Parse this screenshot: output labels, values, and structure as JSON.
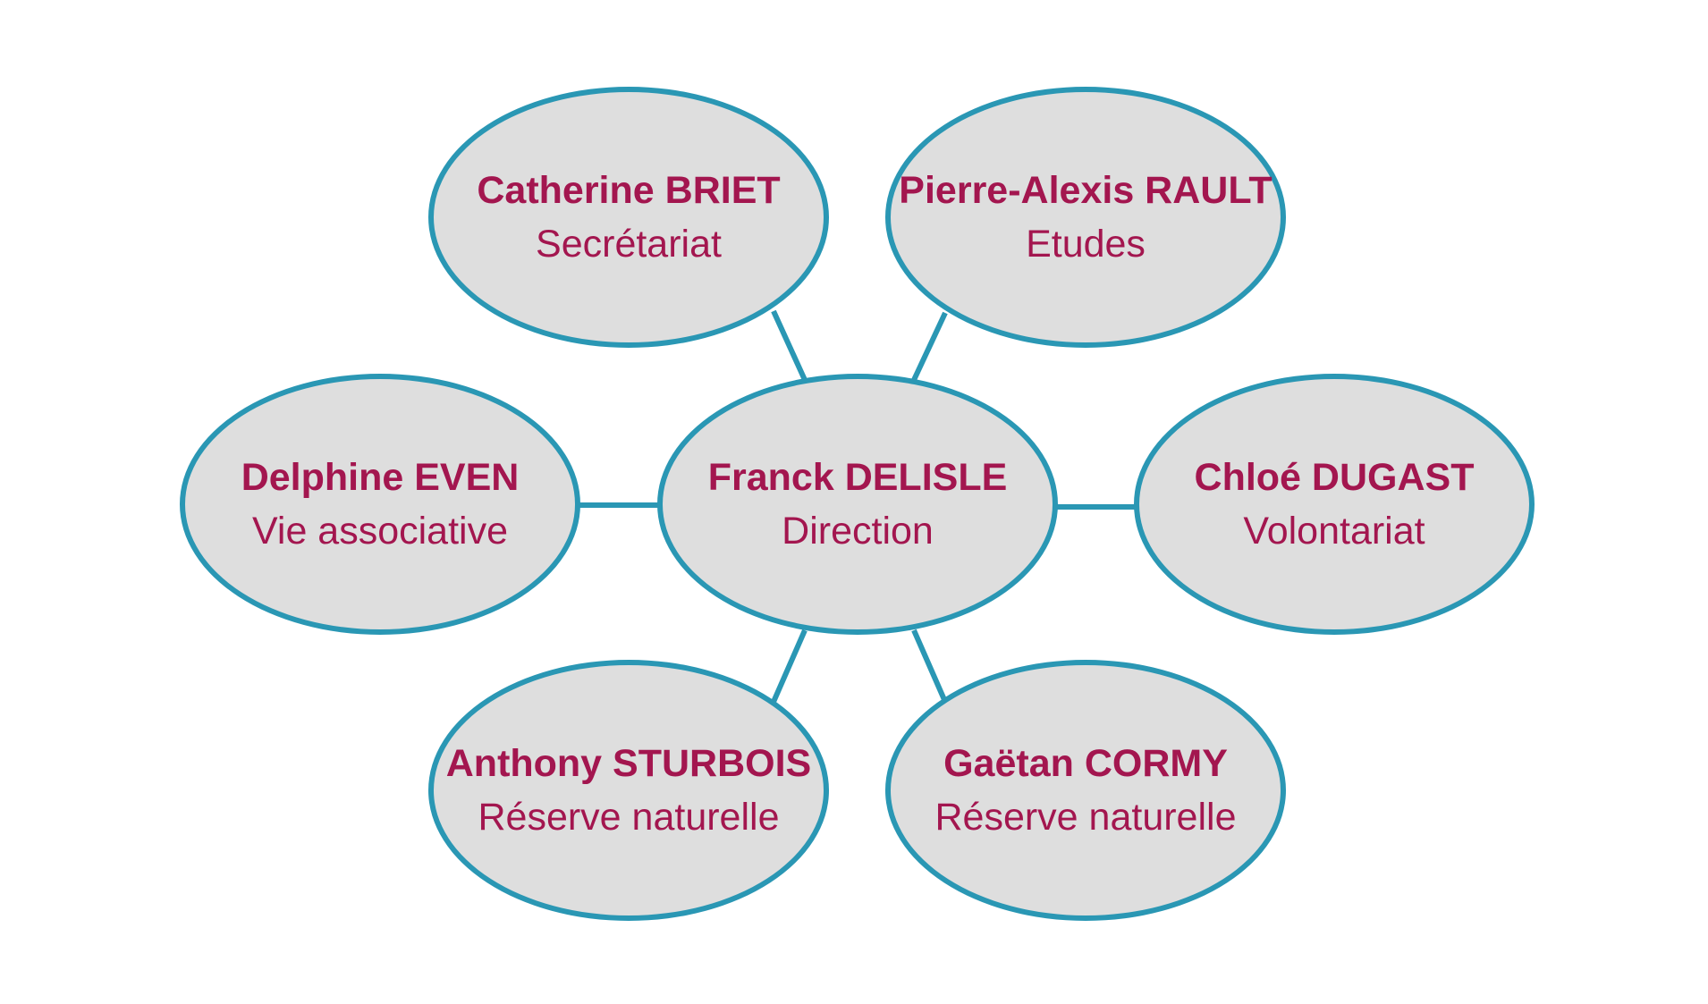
{
  "colors": {
    "ellipse_fill": "#dedede",
    "ellipse_border": "#2a97b4",
    "connector": "#2a97b4",
    "text": "#a3164f"
  },
  "nodes": {
    "center": {
      "name": "Franck DELISLE",
      "role": "Direction"
    },
    "top_left": {
      "name": "Catherine BRIET",
      "role": "Secrétariat"
    },
    "top_right": {
      "name": "Pierre-Alexis RAULT",
      "role": "Etudes"
    },
    "left": {
      "name": "Delphine EVEN",
      "role": "Vie associative"
    },
    "right": {
      "name": "Chloé DUGAST",
      "role": "Volontariat"
    },
    "bottom_left": {
      "name": "Anthony STURBOIS",
      "role": "Réserve naturelle"
    },
    "bottom_right": {
      "name": "Gaëtan CORMY",
      "role": "Réserve naturelle"
    }
  }
}
